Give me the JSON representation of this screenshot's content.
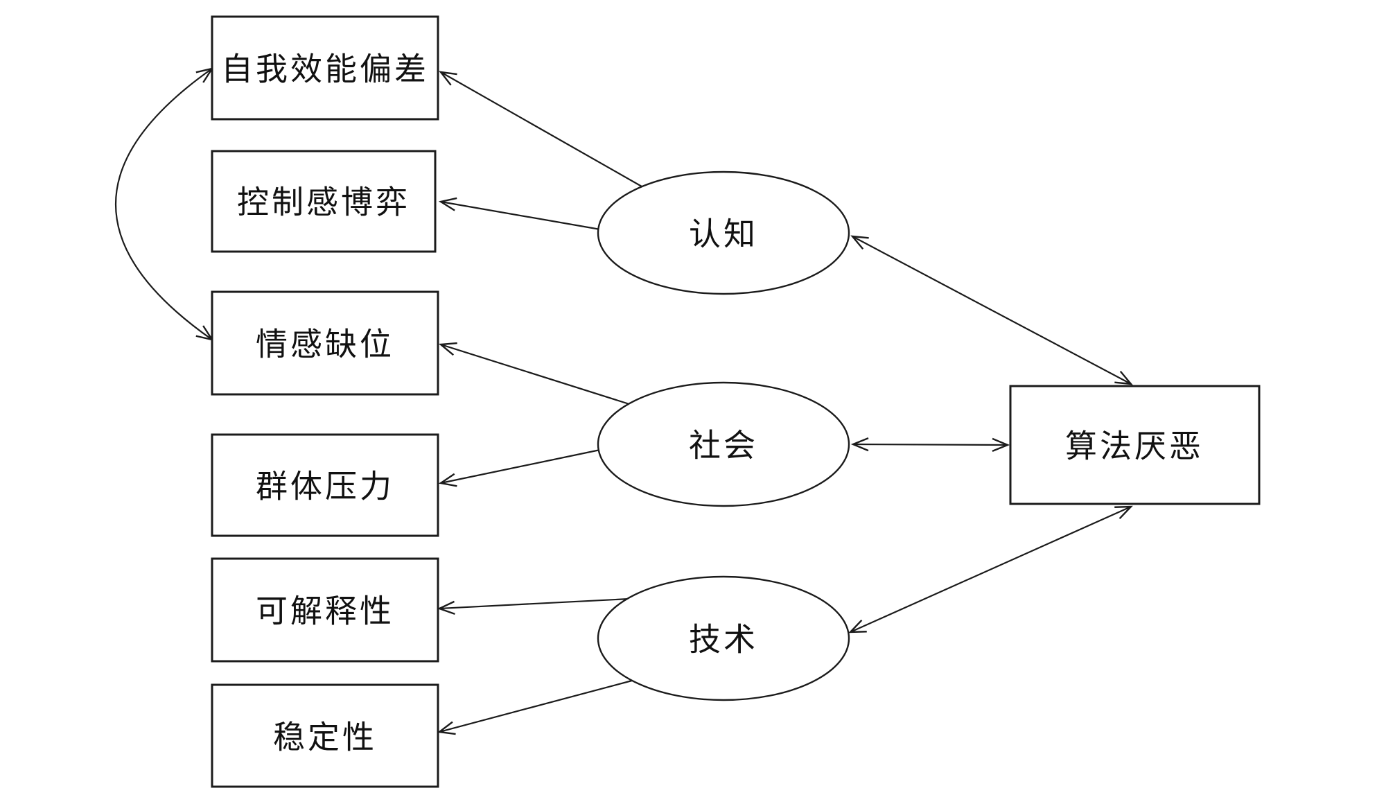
{
  "diagram": {
    "observed": [
      {
        "label": "自我效能偏差"
      },
      {
        "label": "控制感博弈"
      },
      {
        "label": "情感缺位"
      },
      {
        "label": "群体压力"
      },
      {
        "label": "可解释性"
      },
      {
        "label": "稳定性"
      }
    ],
    "latent": [
      {
        "label": "认知"
      },
      {
        "label": "社会"
      },
      {
        "label": "技术"
      }
    ],
    "outcome": {
      "label": "算法厌恶"
    },
    "relations": [
      {
        "from": "认知",
        "to": "自我效能偏差",
        "arrow": "single"
      },
      {
        "from": "认知",
        "to": "控制感博弈",
        "arrow": "single"
      },
      {
        "from": "社会",
        "to": "情感缺位",
        "arrow": "single"
      },
      {
        "from": "社会",
        "to": "群体压力",
        "arrow": "single"
      },
      {
        "from": "技术",
        "to": "可解释性",
        "arrow": "single"
      },
      {
        "from": "技术",
        "to": "稳定性",
        "arrow": "single"
      },
      {
        "from": "认知",
        "to": "算法厌恶",
        "arrow": "double"
      },
      {
        "from": "社会",
        "to": "算法厌恶",
        "arrow": "double"
      },
      {
        "from": "技术",
        "to": "算法厌恶",
        "arrow": "double"
      },
      {
        "from": "自我效能偏差",
        "to": "情感缺位",
        "arrow": "double-curved"
      }
    ],
    "colors": {
      "stroke": "#1b1b1b",
      "background": "#ffffff"
    }
  }
}
